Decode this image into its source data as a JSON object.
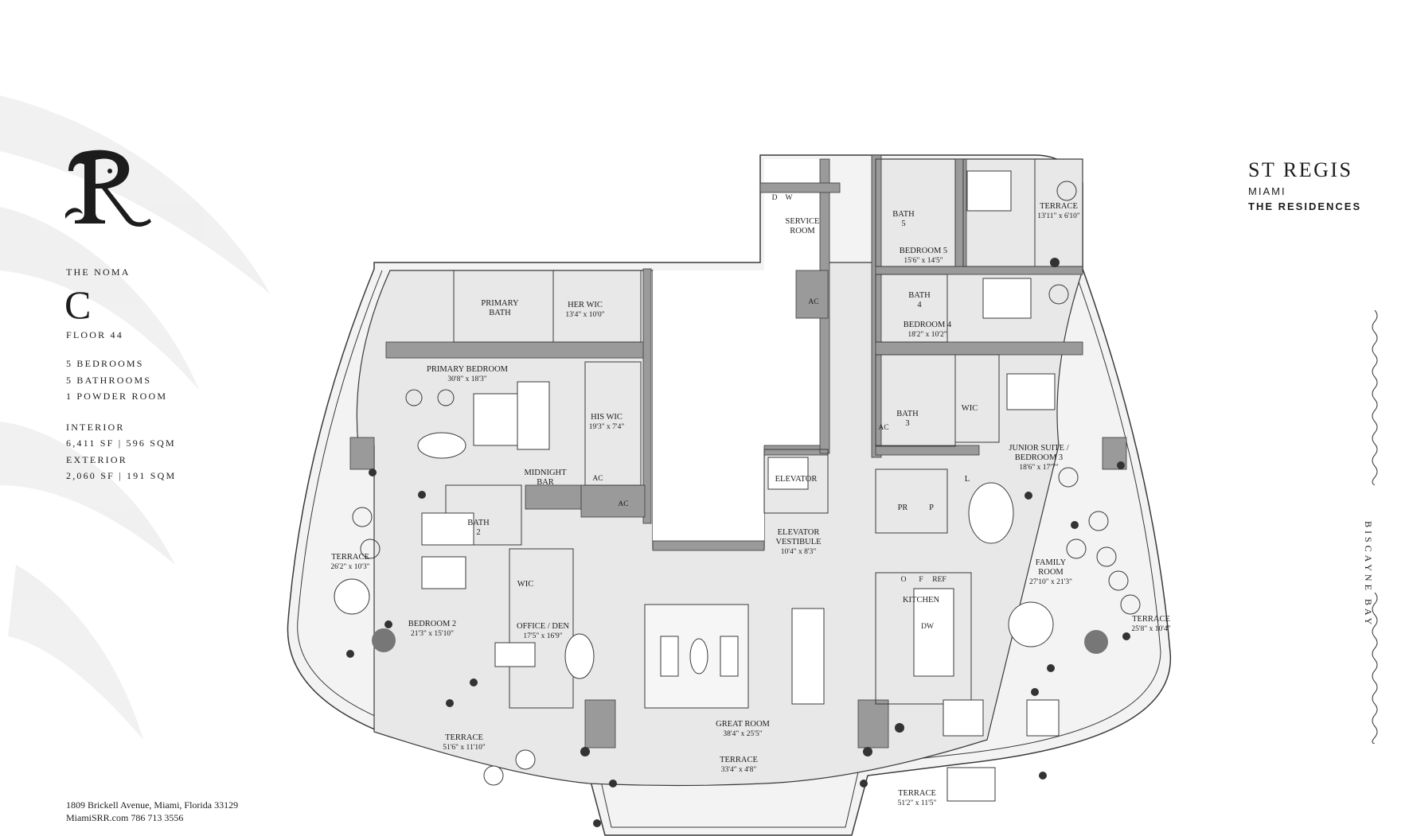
{
  "brand": {
    "name": "ST REGIS",
    "city": "MIAMI",
    "residences": "THE RESIDENCES"
  },
  "unit": {
    "collection": "THE NOMA",
    "letter": "C",
    "floor": "FLOOR 44",
    "bedrooms": "5 BEDROOMS",
    "bathrooms": "5 BATHROOMS",
    "powder": "1 POWDER ROOM",
    "interior_label": "INTERIOR",
    "interior_value": "6,411 SF | 596 SQM",
    "exterior_label": "EXTERIOR",
    "exterior_value": "2,060 SF | 191 SQM"
  },
  "contact": {
    "address": "1809 Brickell Avenue, Miami, Florida 33129",
    "web_phone": "MiamiSRR.com  786 713 3556"
  },
  "orientation": "BISCAYNE BAY",
  "rooms": {
    "service": [
      "SERVICE",
      "ROOM"
    ],
    "bath5": [
      "BATH",
      "5"
    ],
    "bedroom5": [
      "BEDROOM 5",
      "15'6\" x 14'5\""
    ],
    "terrace_ne": [
      "TERRACE",
      "13'11\" x 6'10\""
    ],
    "primary_bath": [
      "PRIMARY",
      "BATH"
    ],
    "her_wic": [
      "HER WIC",
      "13'4\" x 10'0\""
    ],
    "bath4": [
      "BATH",
      "4"
    ],
    "bedroom4": [
      "BEDROOM 4",
      "18'2\" x 10'2\""
    ],
    "primary_bedroom": [
      "PRIMARY BEDROOM",
      "30'8\" x 18'3\""
    ],
    "his_wic": [
      "HIS WIC",
      "19'3\" x 7'4\""
    ],
    "bath3": [
      "BATH",
      "3"
    ],
    "wic": "WIC",
    "junior_suite": [
      "JUNIOR SUITE /",
      "BEDROOM 3",
      "18'6\" x 17'7\""
    ],
    "midnight_bar": [
      "MIDNIGHT",
      "BAR"
    ],
    "elevator": "ELEVATOR",
    "elevator_vestibule": [
      "ELEVATOR",
      "VESTIBULE",
      "10'4\" x 8'3\""
    ],
    "pr": "PR",
    "p": "P",
    "l": "L",
    "bath2": [
      "BATH",
      "2"
    ],
    "terrace_w": [
      "TERRACE",
      "26'2\" x 10'3\""
    ],
    "wic2": "WIC",
    "family_room": [
      "FAMILY",
      "ROOM",
      "27'10\" x 21'3\""
    ],
    "kitchen": "KITCHEN",
    "bedroom2": [
      "BEDROOM 2",
      "21'3\" x 15'10\""
    ],
    "office_den": [
      "OFFICE / DEN",
      "17'5\" x 16'9\""
    ],
    "terrace_e": [
      "TERRACE",
      "25'8\" x 10'4\""
    ],
    "great_room": [
      "GREAT ROOM",
      "38'4\" x 25'5\""
    ],
    "terrace_sw": [
      "TERRACE",
      "51'6\" x 11'10\""
    ],
    "terrace_s": [
      "TERRACE",
      "33'4\" x 4'8\""
    ],
    "terrace_se": [
      "TERRACE",
      "51'2\" x 11'5\""
    ],
    "ac": "AC",
    "d": "D",
    "w": "W",
    "o": "O",
    "f": "F",
    "ref": "REF",
    "dw": "DW"
  },
  "colors": {
    "wall": "#9a9a9a",
    "floor": "#e9e9e9",
    "terrace": "#f4f4f4",
    "line": "#3a3a3a"
  }
}
